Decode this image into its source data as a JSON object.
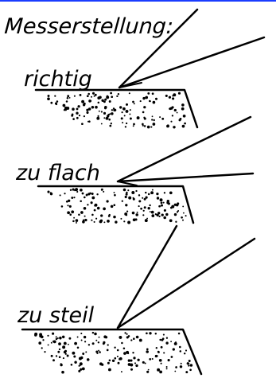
{
  "title": "Messerstellung:",
  "panels": [
    {
      "label": "richtig"
    },
    {
      "label": "zu flach"
    },
    {
      "label": "zu steil"
    }
  ],
  "colors": {
    "ink": "#000000",
    "background": "#ffffff",
    "crop_edge": "#1a3cff"
  }
}
